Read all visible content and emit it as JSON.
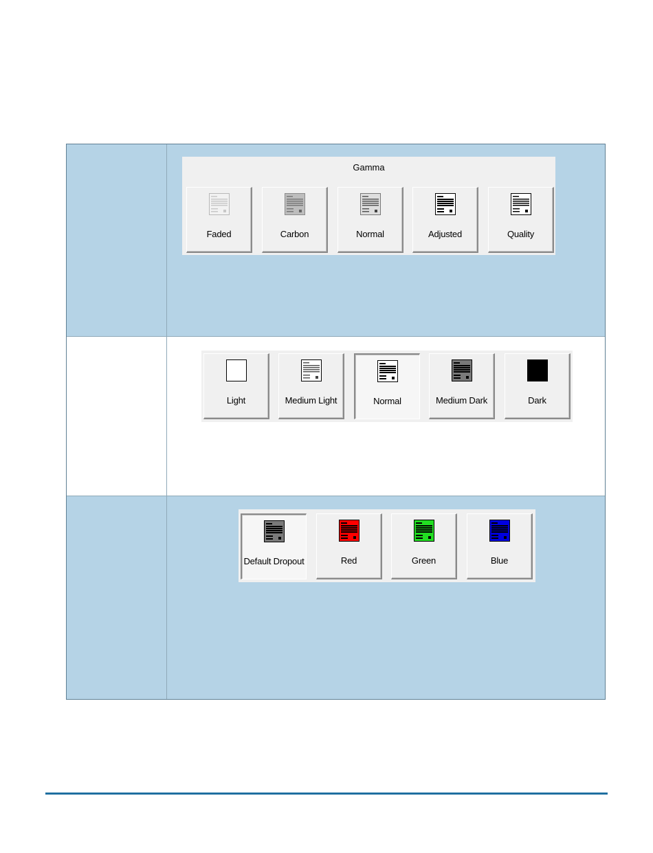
{
  "gamma": {
    "title": "Gamma",
    "buttons": [
      {
        "label": "Faded",
        "icon": "document-faded-icon"
      },
      {
        "label": "Carbon",
        "icon": "document-carbon-icon"
      },
      {
        "label": "Normal",
        "icon": "document-normal-icon"
      },
      {
        "label": "Adjusted",
        "icon": "document-adjusted-icon"
      },
      {
        "label": "Quality",
        "icon": "document-quality-icon"
      }
    ]
  },
  "brightness": {
    "buttons": [
      {
        "label": "Light",
        "icon": "blank-page-icon"
      },
      {
        "label": "Medium Light",
        "icon": "document-medium-light-icon"
      },
      {
        "label": "Normal",
        "icon": "document-normal-icon",
        "selected": true
      },
      {
        "label": "Medium Dark",
        "icon": "document-medium-dark-icon"
      },
      {
        "label": "Dark",
        "icon": "black-page-icon"
      }
    ]
  },
  "dropout": {
    "buttons": [
      {
        "label": "Default Dropout",
        "icon": "document-gray-icon",
        "selected": true
      },
      {
        "label": "Red",
        "icon": "document-red-icon"
      },
      {
        "label": "Green",
        "icon": "document-green-icon"
      },
      {
        "label": "Blue",
        "icon": "document-blue-icon"
      }
    ]
  },
  "colors": {
    "row_blue": "#b5d3e6",
    "footer_rule": "#1f6fa0",
    "dropout_red": "#ff0000",
    "dropout_green": "#22dd22",
    "dropout_blue": "#0000e0"
  }
}
